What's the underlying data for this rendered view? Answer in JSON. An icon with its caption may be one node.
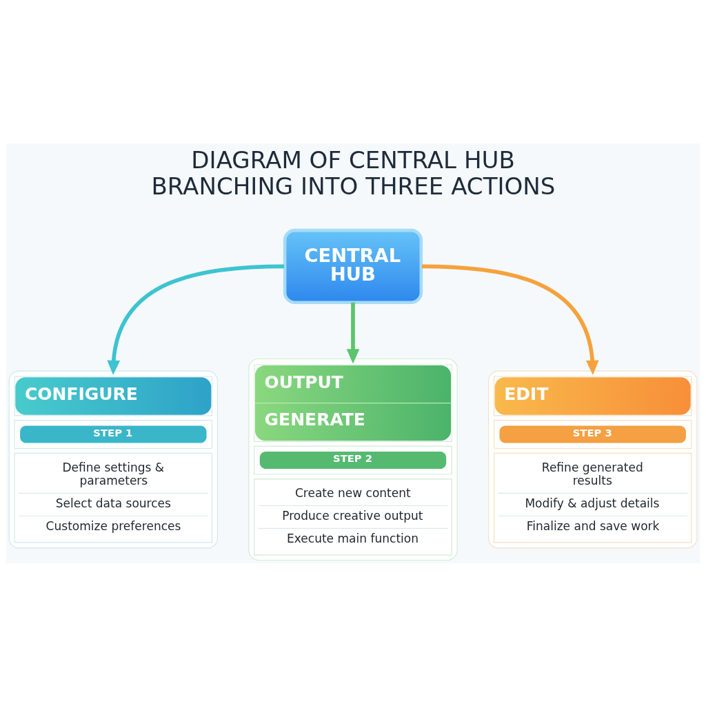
{
  "diagram": {
    "title": "DIAGRAM OF CENTRAL HUB BRANCHING INTO THREE ACTIONS",
    "nodes": [
      {
        "text": [
          "CENTRAL HUB"
        ]
      },
      {
        "text": [
          "CONFIGURE",
          "STEP 1",
          "Define settings & parameters",
          "Select data sources",
          "Customize preferences"
        ]
      },
      {
        "text": [
          "OUTPUT",
          "GENERATE",
          "STEP 2",
          "Create new content",
          "Produce creative output",
          "Execute main function"
        ]
      },
      {
        "text": [
          "EDIT",
          "STEP 3",
          "Refine generated results",
          "Modify & adjust details",
          "Finalize and save work"
        ]
      }
    ],
    "edges": [
      {
        "from": 0,
        "to": 1,
        "arrow": "to",
        "color": "#3ec3d0"
      },
      {
        "from": 0,
        "to": 2,
        "arrow": "to",
        "color": "#5cc46c"
      },
      {
        "from": 0,
        "to": 3,
        "arrow": "to",
        "color": "#f5a23c"
      }
    ]
  }
}
